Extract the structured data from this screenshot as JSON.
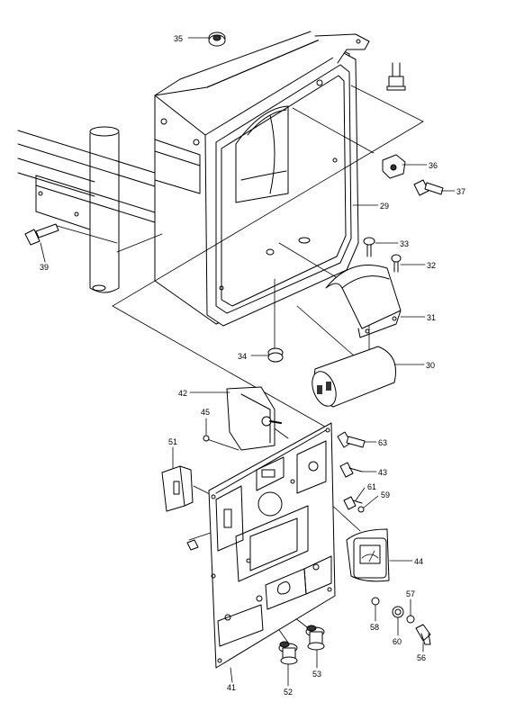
{
  "diagram": {
    "callouts": [
      "35",
      "36",
      "37",
      "29",
      "39",
      "33",
      "32",
      "31",
      "34",
      "30",
      "42",
      "45",
      "63",
      "51",
      "43",
      "61",
      "59",
      "44",
      "58",
      "60",
      "57",
      "56",
      "41",
      "52",
      "53"
    ]
  }
}
